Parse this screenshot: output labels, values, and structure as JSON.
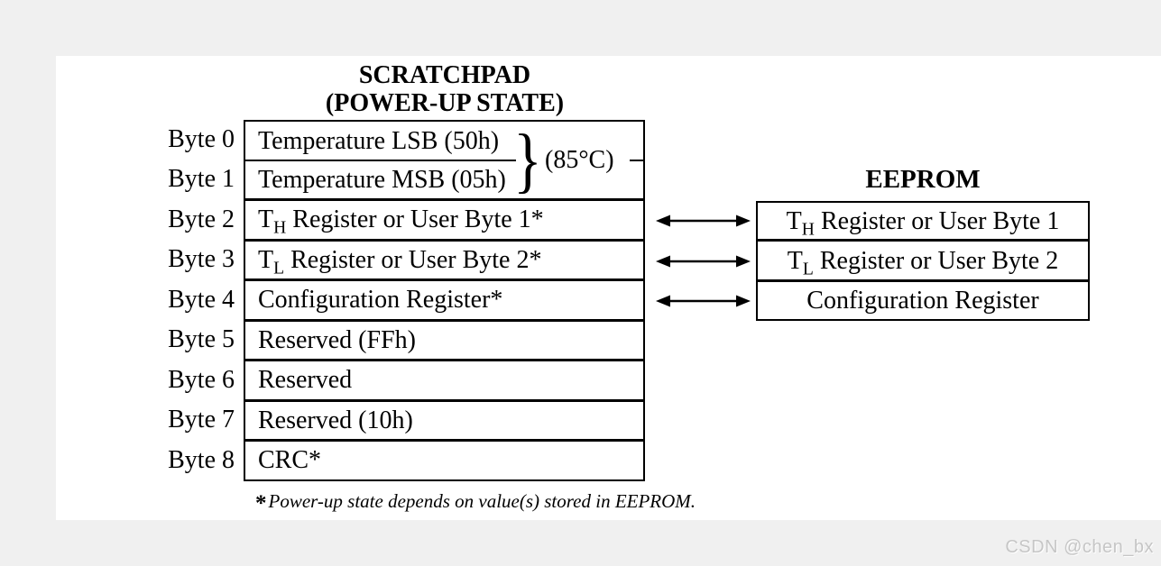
{
  "colors": {
    "page_background": "#f0f0f0",
    "panel_background": "#ffffff",
    "line_and_text": "#000000",
    "watermark_gray": "#c6c6c6"
  },
  "scratchpad": {
    "title_line1": "SCRATCHPAD",
    "title_line2": "(POWER-UP STATE)",
    "brace_glyph": "}",
    "temp_annotation": "(85°C)",
    "rows": [
      {
        "byte": "Byte 0",
        "pre": "Temperature LSB (50h)",
        "sub": "",
        "post": ""
      },
      {
        "byte": "Byte 1",
        "pre": "Temperature MSB (05h)",
        "sub": "",
        "post": ""
      },
      {
        "byte": "Byte 2",
        "pre": "T",
        "sub": "H",
        "post": " Register or User Byte 1*"
      },
      {
        "byte": "Byte 3",
        "pre": "T",
        "sub": "L",
        "post": " Register or User Byte 2*"
      },
      {
        "byte": "Byte 4",
        "pre": "Configuration Register*",
        "sub": "",
        "post": ""
      },
      {
        "byte": "Byte 5",
        "pre": "Reserved (FFh)",
        "sub": "",
        "post": ""
      },
      {
        "byte": "Byte 6",
        "pre": "Reserved",
        "sub": "",
        "post": ""
      },
      {
        "byte": "Byte 7",
        "pre": "Reserved (10h)",
        "sub": "",
        "post": ""
      },
      {
        "byte": "Byte 8",
        "pre": "CRC*",
        "sub": "",
        "post": ""
      }
    ],
    "footnote_marker": "*",
    "footnote_text": "Power-up state depends on value(s) stored in EEPROM."
  },
  "eeprom": {
    "title": "EEPROM",
    "rows": [
      {
        "pre": "T",
        "sub": "H",
        "post": " Register or User Byte 1"
      },
      {
        "pre": "T",
        "sub": "L",
        "post": " Register or User Byte 2"
      },
      {
        "pre": "Configuration Register",
        "sub": "",
        "post": ""
      }
    ]
  },
  "watermark": "CSDN @chen_bx"
}
